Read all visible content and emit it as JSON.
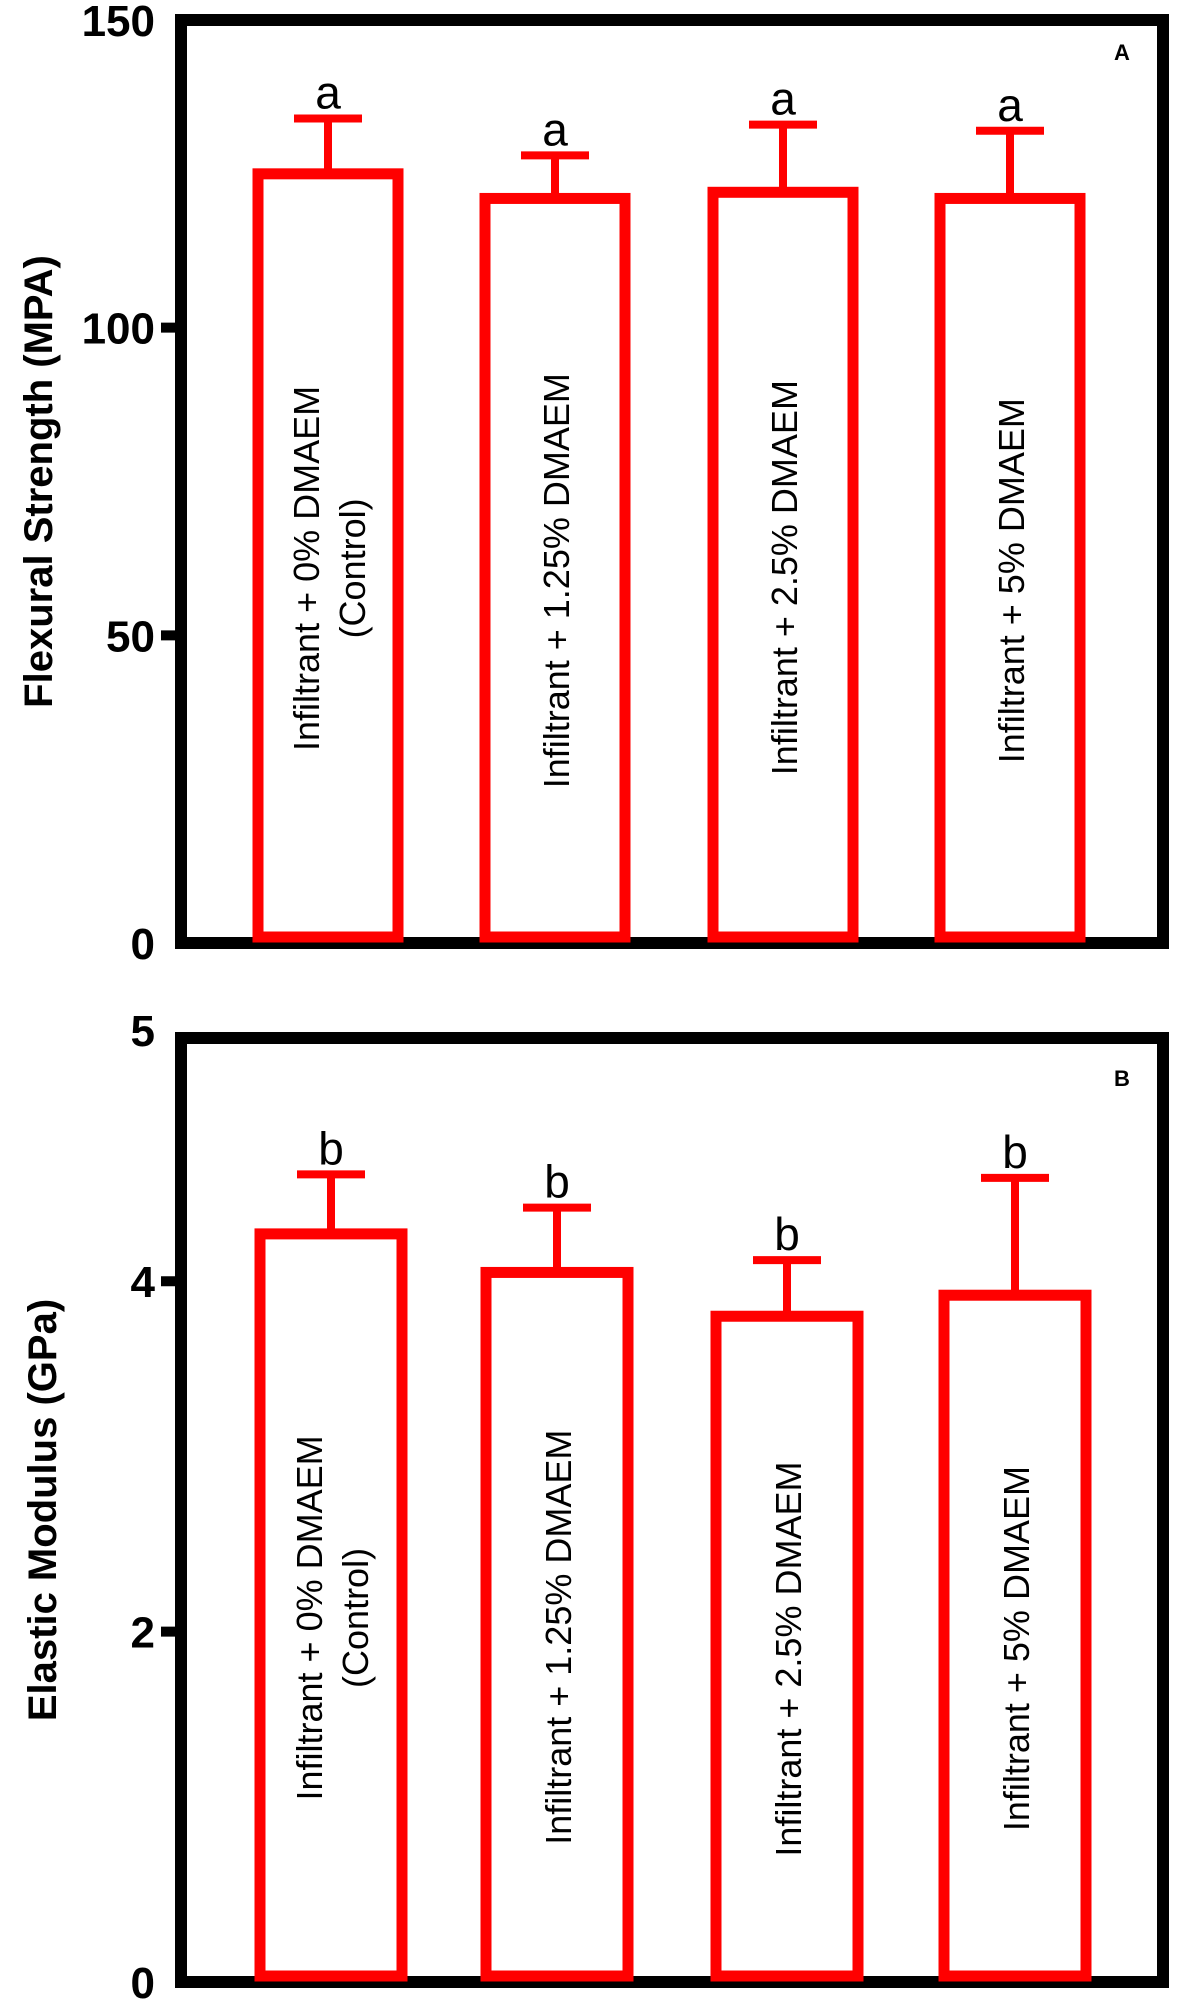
{
  "chart_data": [
    {
      "type": "bar",
      "panel_label": "A",
      "ylabel": "Flexural Strength (MPA)",
      "ylim": [
        0,
        150
      ],
      "yticks": [
        "0",
        "50",
        "100",
        "150"
      ],
      "categories": [
        [
          "Infiltrant + 0% DMAEM",
          "(Control)"
        ],
        [
          "Infiltrant + 1.25% DMAEM"
        ],
        [
          "Infiltrant + 2.5% DMAEM"
        ],
        [
          "Infiltrant + 5% DMAEM"
        ]
      ],
      "values": [
        125,
        121,
        122,
        121
      ],
      "errors": [
        9,
        7,
        11,
        11
      ],
      "significance": [
        "a",
        "a",
        "a",
        "a"
      ],
      "bar_color": "#ff0000",
      "grid": false
    },
    {
      "type": "bar",
      "panel_label": "B",
      "ylabel": "Elastic Modulus (GPa)",
      "ylim": [
        0,
        5
      ],
      "yticks": [
        "0",
        "2",
        "4",
        "5"
      ],
      "categories": [
        [
          "Infiltrant + 0% DMAEM",
          "(Control)"
        ],
        [
          "Infiltrant + 1.25% DMAEM"
        ],
        [
          "Infiltrant + 2.5% DMAEM"
        ],
        [
          "Infiltrant + 5% DMAEM"
        ]
      ],
      "values": [
        4.27,
        4.05,
        3.8,
        3.92
      ],
      "errors": [
        0.34,
        0.37,
        0.32,
        0.67
      ],
      "significance": [
        "b",
        "b",
        "b",
        "b"
      ],
      "bar_color": "#ff0000",
      "grid": false
    }
  ]
}
